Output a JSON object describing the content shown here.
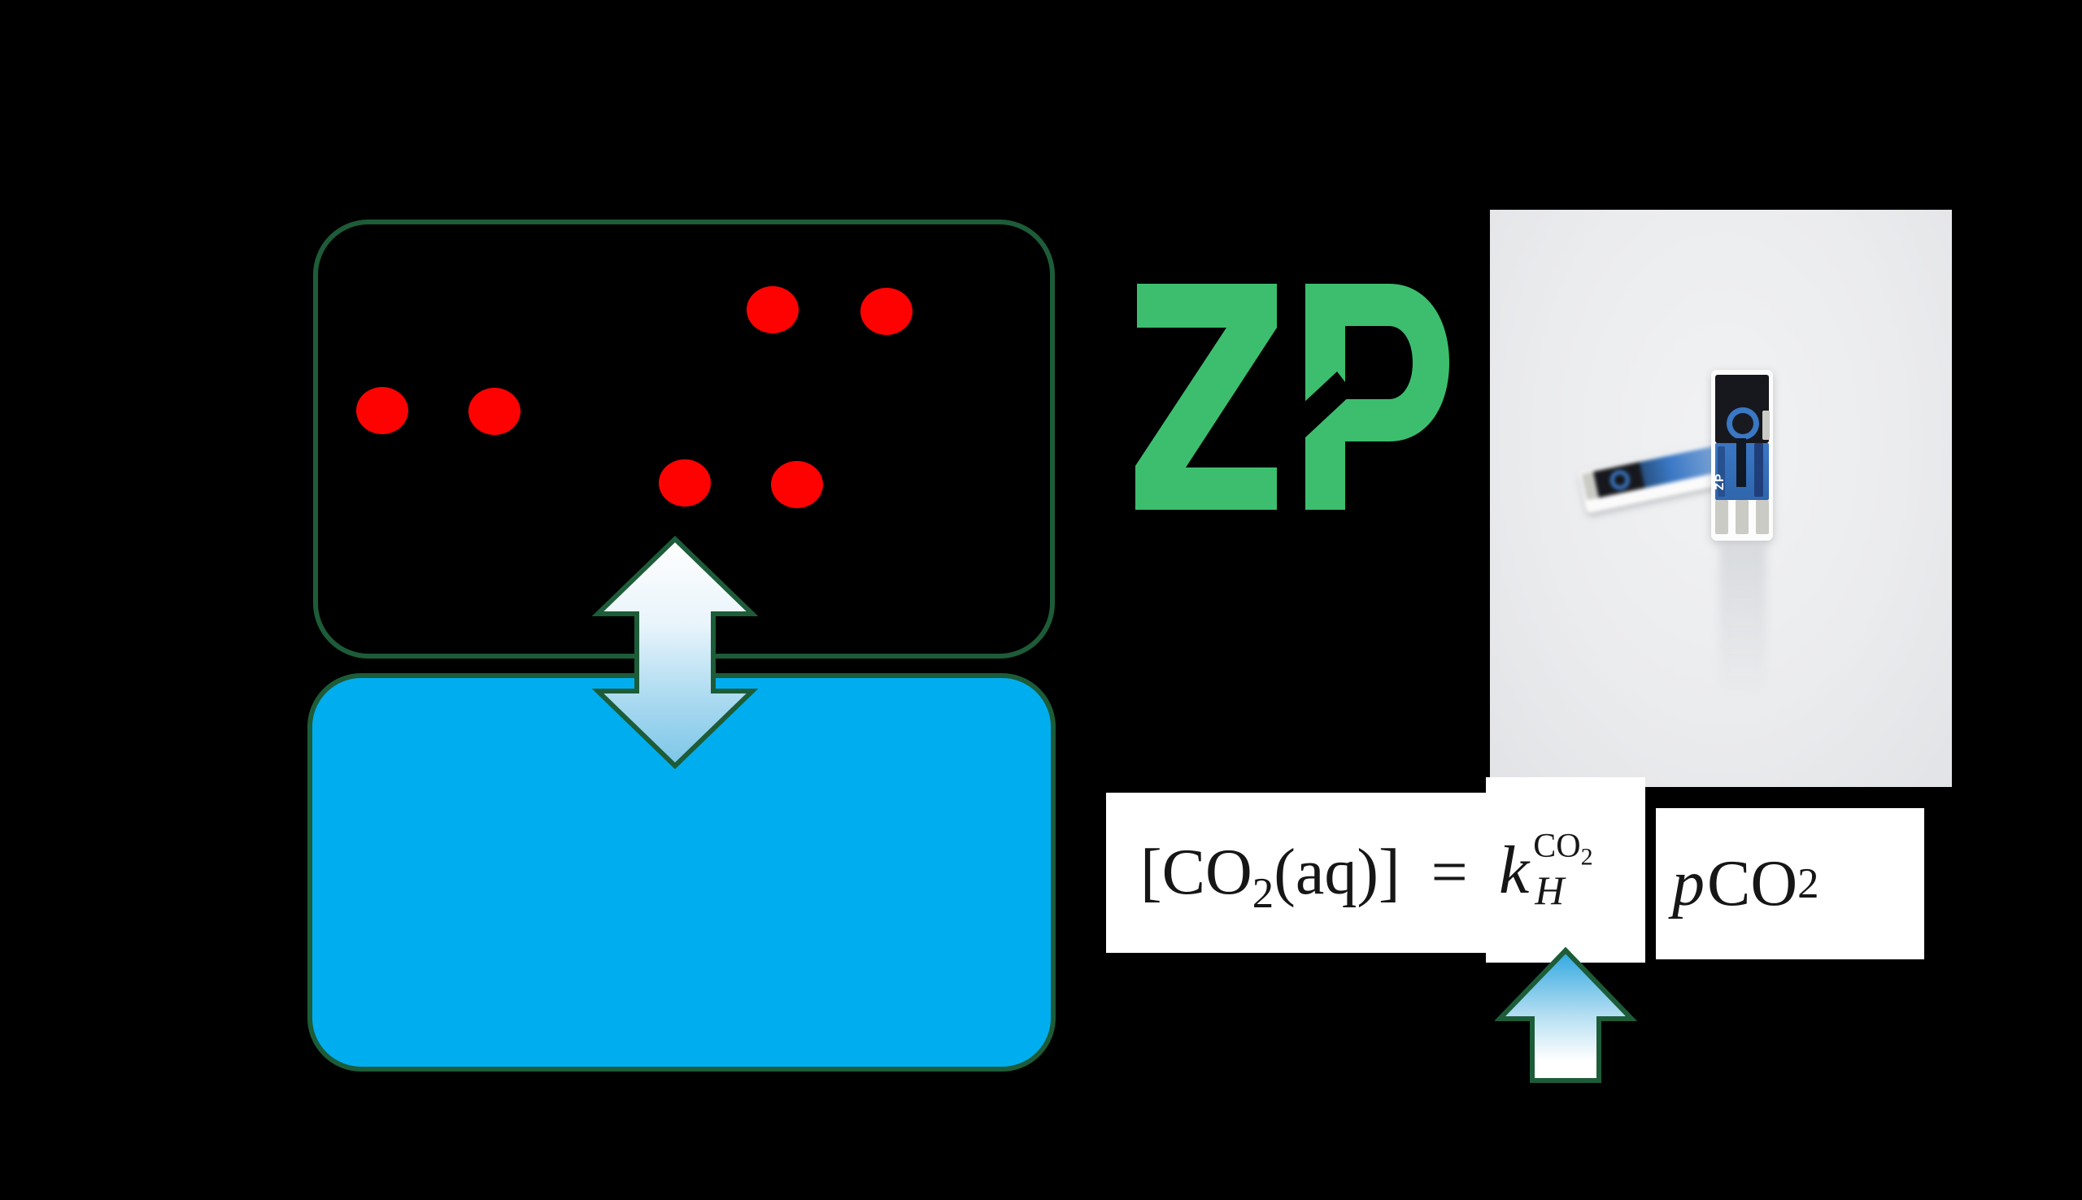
{
  "slide": {
    "background": "#000000",
    "description_visible_elements": "gas box with red dots, liquid box, exchange arrow, ZP logo, sensor photo, Henry's law equation, up arrow"
  },
  "colors": {
    "background": "#000000",
    "outline_green": "#1d5c38",
    "box_blue": "#00aeef",
    "dot_red": "#fe0202",
    "logo_green": "#3cbe6e",
    "arrow_light_blue": "#7cc6e8",
    "arrow_top_blue": "#2ea7e0",
    "equation_bg": "#ffffff",
    "equation_text": "#161616",
    "photo_bg": "#ebecee",
    "strip_blue": "#3a77c4",
    "strip_dark": "#17181d",
    "strip_pad_silver": "#cbcbc5"
  },
  "diagram": {
    "gas_box": {
      "dot_count": 6
    },
    "exchange_arrow": {
      "direction": "up-down"
    },
    "henry_arrow": {
      "direction": "up"
    }
  },
  "logo": {
    "text": "ZP"
  },
  "photo": {
    "strip_label": "ZP"
  },
  "equation": {
    "lhs_open": "[CO",
    "lhs_sub": "2",
    "lhs_close": "(aq)]",
    "equals": "=",
    "k": "k",
    "k_sup_main": "CO",
    "k_sup_sub": "2",
    "k_sub": "H",
    "p": "p",
    "rhs_main": "CO",
    "rhs_sub": "2"
  }
}
